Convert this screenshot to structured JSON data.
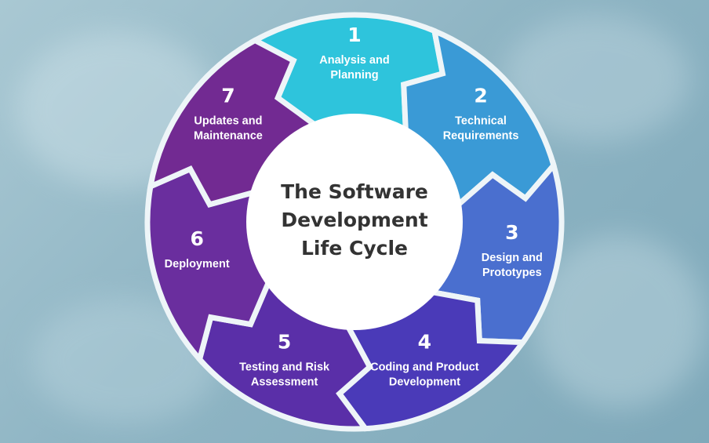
{
  "center": {
    "title_lines": [
      "The Software",
      "Development",
      "Life Cycle"
    ]
  },
  "steps": [
    {
      "number": "1",
      "label_lines": [
        "Analysis and",
        "Planning"
      ],
      "color": "#2ec4dc"
    },
    {
      "number": "2",
      "label_lines": [
        "Technical",
        "Requirements"
      ],
      "color": "#3a9ad6"
    },
    {
      "number": "3",
      "label_lines": [
        "Design and",
        "Prototypes"
      ],
      "color": "#4a6fcf"
    },
    {
      "number": "4",
      "label_lines": [
        "Coding and Product",
        "Development"
      ],
      "color": "#4a3ab8"
    },
    {
      "number": "5",
      "label_lines": [
        "Testing and Risk",
        "Assessment"
      ],
      "color": "#5a2fa8"
    },
    {
      "number": "6",
      "label_lines": [
        "Deployment"
      ],
      "color": "#6a2e9e"
    },
    {
      "number": "7",
      "label_lines": [
        "Updates and",
        "Maintenance"
      ],
      "color": "#722a92"
    }
  ],
  "colors": {
    "background": "#8fb5c4",
    "gap": "#eef5f8",
    "center_fill": "#ffffff",
    "center_text": "#333333"
  }
}
